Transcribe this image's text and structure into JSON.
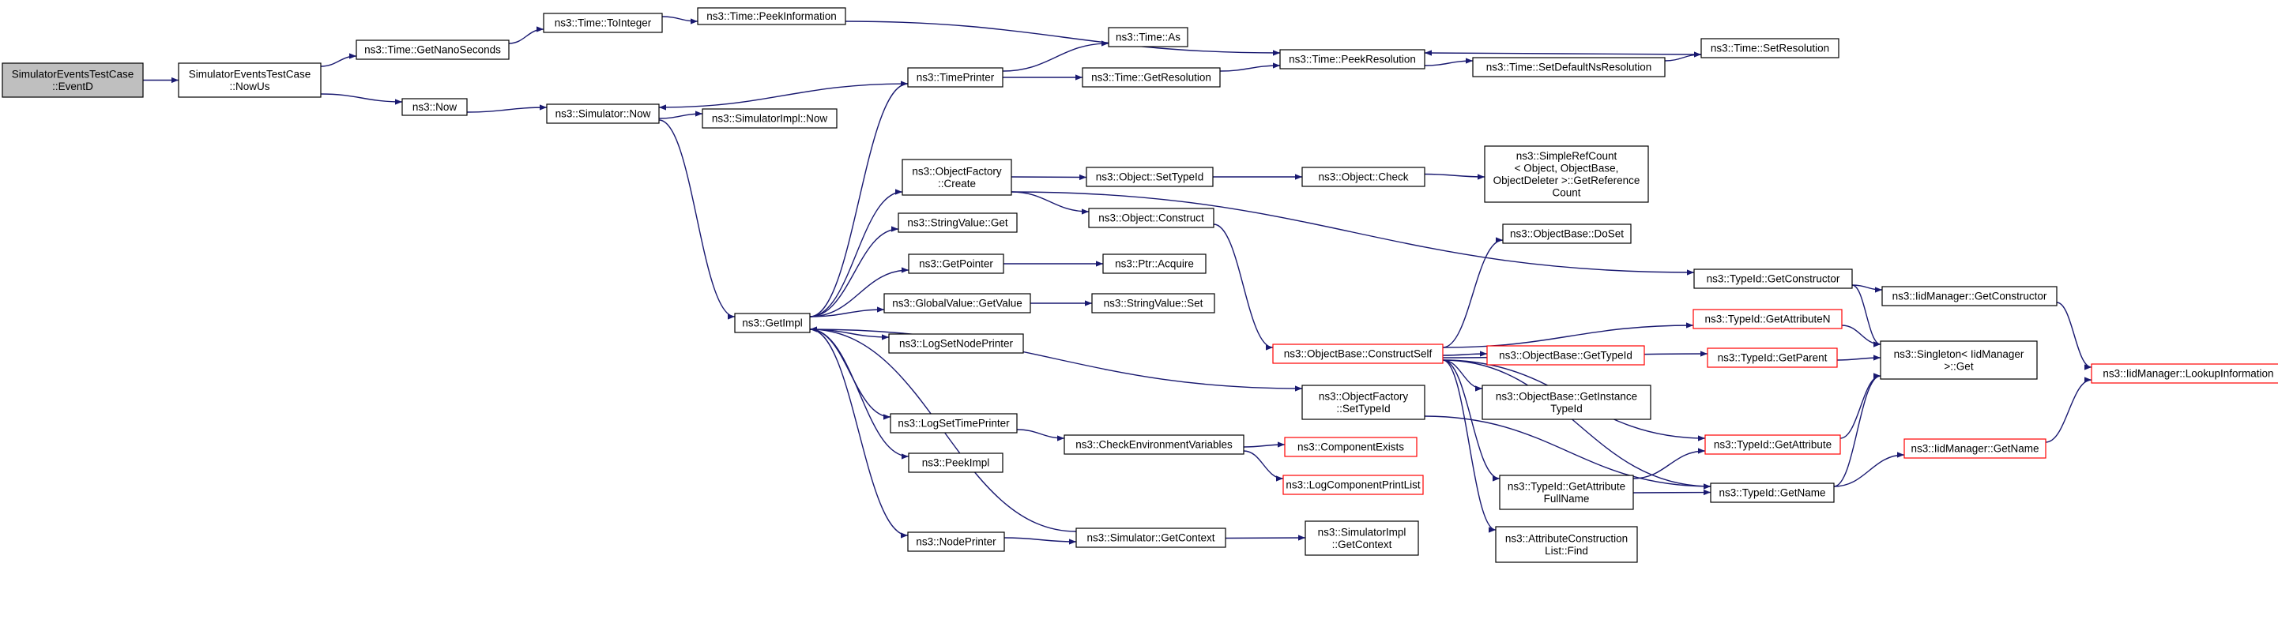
{
  "colors": {
    "edge": "#191970",
    "node_border": "#000000",
    "node_border_truncated": "#ff0000",
    "node_fill": "#ffffff",
    "root_fill": "#bfbfbf"
  },
  "nodes": [
    {
      "id": "root",
      "lines": [
        "SimulatorEventsTestCase",
        "::EventD"
      ],
      "style": "root"
    },
    {
      "id": "nowus",
      "lines": [
        "SimulatorEventsTestCase",
        "::NowUs"
      ],
      "style": "normal"
    },
    {
      "id": "getnano",
      "lines": [
        "ns3::Time::GetNanoSeconds"
      ],
      "style": "normal"
    },
    {
      "id": "now",
      "lines": [
        "ns3::Now"
      ],
      "style": "normal"
    },
    {
      "id": "tointeger",
      "lines": [
        "ns3::Time::ToInteger"
      ],
      "style": "normal"
    },
    {
      "id": "peekinfo",
      "lines": [
        "ns3::Time::PeekInformation"
      ],
      "style": "normal"
    },
    {
      "id": "simnow",
      "lines": [
        "ns3::Simulator::Now"
      ],
      "style": "normal"
    },
    {
      "id": "simimplnow",
      "lines": [
        "ns3::SimulatorImpl::Now"
      ],
      "style": "normal"
    },
    {
      "id": "timeprinter",
      "lines": [
        "ns3::TimePrinter"
      ],
      "style": "normal"
    },
    {
      "id": "timeas",
      "lines": [
        "ns3::Time::As"
      ],
      "style": "normal"
    },
    {
      "id": "getres",
      "lines": [
        "ns3::Time::GetResolution"
      ],
      "style": "normal"
    },
    {
      "id": "peekres",
      "lines": [
        "ns3::Time::PeekResolution"
      ],
      "style": "normal"
    },
    {
      "id": "setdefres",
      "lines": [
        "ns3::Time::SetDefaultNsResolution"
      ],
      "style": "normal"
    },
    {
      "id": "setres",
      "lines": [
        "ns3::Time::SetResolution"
      ],
      "style": "normal"
    },
    {
      "id": "ofcreate",
      "lines": [
        "ns3::ObjectFactory",
        "::Create"
      ],
      "style": "normal"
    },
    {
      "id": "settypeid",
      "lines": [
        "ns3::Object::SetTypeId"
      ],
      "style": "normal"
    },
    {
      "id": "objcheck",
      "lines": [
        "ns3::Object::Check"
      ],
      "style": "normal"
    },
    {
      "id": "refcount",
      "lines": [
        "ns3::SimpleRefCount",
        "< Object, ObjectBase,",
        "ObjectDeleter >::GetReference",
        "Count"
      ],
      "style": "normal"
    },
    {
      "id": "strget",
      "lines": [
        "ns3::StringValue::Get"
      ],
      "style": "normal"
    },
    {
      "id": "objconstruct",
      "lines": [
        "ns3::Object::Construct"
      ],
      "style": "normal"
    },
    {
      "id": "getpointer",
      "lines": [
        "ns3::GetPointer"
      ],
      "style": "normal"
    },
    {
      "id": "ptracquire",
      "lines": [
        "ns3::Ptr::Acquire"
      ],
      "style": "normal"
    },
    {
      "id": "doset",
      "lines": [
        "ns3::ObjectBase::DoSet"
      ],
      "style": "normal"
    },
    {
      "id": "getimpl",
      "lines": [
        "ns3::GetImpl"
      ],
      "style": "normal"
    },
    {
      "id": "gvgetvalue",
      "lines": [
        "ns3::GlobalValue::GetValue"
      ],
      "style": "normal"
    },
    {
      "id": "strset",
      "lines": [
        "ns3::StringValue::Set"
      ],
      "style": "normal"
    },
    {
      "id": "getconstructor",
      "lines": [
        "ns3::TypeId::GetConstructor"
      ],
      "style": "normal"
    },
    {
      "id": "iidgetconstructor",
      "lines": [
        "ns3::IidManager::GetConstructor"
      ],
      "style": "normal"
    },
    {
      "id": "lognodeprinter",
      "lines": [
        "ns3::LogSetNodePrinter"
      ],
      "style": "normal"
    },
    {
      "id": "getattrn",
      "lines": [
        "ns3::TypeId::GetAttributeN"
      ],
      "style": "truncated"
    },
    {
      "id": "constructself",
      "lines": [
        "ns3::ObjectBase::ConstructSelf"
      ],
      "style": "truncated"
    },
    {
      "id": "obgettypeid",
      "lines": [
        "ns3::ObjectBase::GetTypeId"
      ],
      "style": "truncated"
    },
    {
      "id": "getparent",
      "lines": [
        "ns3::TypeId::GetParent"
      ],
      "style": "truncated"
    },
    {
      "id": "singletonget",
      "lines": [
        "ns3::Singleton< IidManager",
        ">::Get"
      ],
      "style": "normal"
    },
    {
      "id": "lookupinfo",
      "lines": [
        "ns3::IidManager::LookupInformation"
      ],
      "style": "truncated"
    },
    {
      "id": "ofsettypeid",
      "lines": [
        "ns3::ObjectFactory",
        "::SetTypeId"
      ],
      "style": "normal"
    },
    {
      "id": "getinsttypeid",
      "lines": [
        "ns3::ObjectBase::GetInstance",
        "TypeId"
      ],
      "style": "normal"
    },
    {
      "id": "logtimeprinter",
      "lines": [
        "ns3::LogSetTimePrinter"
      ],
      "style": "normal"
    },
    {
      "id": "checkenv",
      "lines": [
        "ns3::CheckEnvironmentVariables"
      ],
      "style": "normal"
    },
    {
      "id": "compexists",
      "lines": [
        "ns3::ComponentExists"
      ],
      "style": "truncated"
    },
    {
      "id": "getattribute",
      "lines": [
        "ns3::TypeId::GetAttribute"
      ],
      "style": "truncated"
    },
    {
      "id": "iidgetname",
      "lines": [
        "ns3::IidManager::GetName"
      ],
      "style": "truncated"
    },
    {
      "id": "peekimpl",
      "lines": [
        "ns3::PeekImpl"
      ],
      "style": "normal"
    },
    {
      "id": "logcompprint",
      "lines": [
        "ns3::LogComponentPrintList"
      ],
      "style": "truncated"
    },
    {
      "id": "getattrfull",
      "lines": [
        "ns3::TypeId::GetAttribute",
        "FullName"
      ],
      "style": "normal"
    },
    {
      "id": "getname",
      "lines": [
        "ns3::TypeId::GetName"
      ],
      "style": "normal"
    },
    {
      "id": "nodeprinter",
      "lines": [
        "ns3::NodePrinter"
      ],
      "style": "normal"
    },
    {
      "id": "simgetcontext",
      "lines": [
        "ns3::Simulator::GetContext"
      ],
      "style": "normal"
    },
    {
      "id": "simimplgetcontext",
      "lines": [
        "ns3::SimulatorImpl",
        "::GetContext"
      ],
      "style": "normal"
    },
    {
      "id": "attrconstfind",
      "lines": [
        "ns3::AttributeConstruction",
        "List::Find"
      ],
      "style": "normal"
    }
  ],
  "edges": [
    [
      "root",
      "nowus"
    ],
    [
      "nowus",
      "getnano"
    ],
    [
      "nowus",
      "now"
    ],
    [
      "getnano",
      "tointeger"
    ],
    [
      "tointeger",
      "peekinfo"
    ],
    [
      "peekinfo",
      "peekres"
    ],
    [
      "now",
      "simnow"
    ],
    [
      "simnow",
      "simimplnow"
    ],
    [
      "simnow",
      "getimpl"
    ],
    [
      "timeprinter",
      "simnow"
    ],
    [
      "timeprinter",
      "timeas"
    ],
    [
      "timeprinter",
      "getres"
    ],
    [
      "getres",
      "peekres"
    ],
    [
      "peekres",
      "setdefres"
    ],
    [
      "setdefres",
      "setres"
    ],
    [
      "setres",
      "peekres"
    ],
    [
      "ofcreate",
      "settypeid"
    ],
    [
      "ofcreate",
      "objconstruct"
    ],
    [
      "ofcreate",
      "getconstructor"
    ],
    [
      "settypeid",
      "objcheck"
    ],
    [
      "objcheck",
      "refcount"
    ],
    [
      "objconstruct",
      "constructself"
    ],
    [
      "getpointer",
      "ptracquire"
    ],
    [
      "gvgetvalue",
      "strset"
    ],
    [
      "getimpl",
      "timeprinter"
    ],
    [
      "getimpl",
      "ofcreate"
    ],
    [
      "getimpl",
      "strget"
    ],
    [
      "getimpl",
      "getpointer"
    ],
    [
      "getimpl",
      "gvgetvalue"
    ],
    [
      "getimpl",
      "lognodeprinter"
    ],
    [
      "getimpl",
      "ofsettypeid"
    ],
    [
      "getimpl",
      "logtimeprinter"
    ],
    [
      "getimpl",
      "peekimpl"
    ],
    [
      "getimpl",
      "nodeprinter"
    ],
    [
      "simgetcontext",
      "getimpl"
    ],
    [
      "logtimeprinter",
      "checkenv"
    ],
    [
      "checkenv",
      "compexists"
    ],
    [
      "checkenv",
      "logcompprint"
    ],
    [
      "nodeprinter",
      "simgetcontext"
    ],
    [
      "simgetcontext",
      "simimplgetcontext"
    ],
    [
      "getconstructor",
      "iidgetconstructor"
    ],
    [
      "getconstructor",
      "singletonget"
    ],
    [
      "iidgetconstructor",
      "lookupinfo"
    ],
    [
      "constructself",
      "doset"
    ],
    [
      "constructself",
      "getattrn"
    ],
    [
      "constructself",
      "obgettypeid"
    ],
    [
      "constructself",
      "getparent"
    ],
    [
      "constructself",
      "getinsttypeid"
    ],
    [
      "constructself",
      "getattribute"
    ],
    [
      "constructself",
      "getattrfull"
    ],
    [
      "constructself",
      "attrconstfind"
    ],
    [
      "constructself",
      "getname"
    ],
    [
      "getattrn",
      "singletonget"
    ],
    [
      "getparent",
      "singletonget"
    ],
    [
      "getattribute",
      "singletonget"
    ],
    [
      "getattrfull",
      "getattribute"
    ],
    [
      "getattrfull",
      "getname"
    ],
    [
      "getname",
      "singletonget"
    ],
    [
      "getname",
      "iidgetname"
    ],
    [
      "iidgetname",
      "lookupinfo"
    ],
    [
      "ofsettypeid",
      "getname"
    ]
  ]
}
